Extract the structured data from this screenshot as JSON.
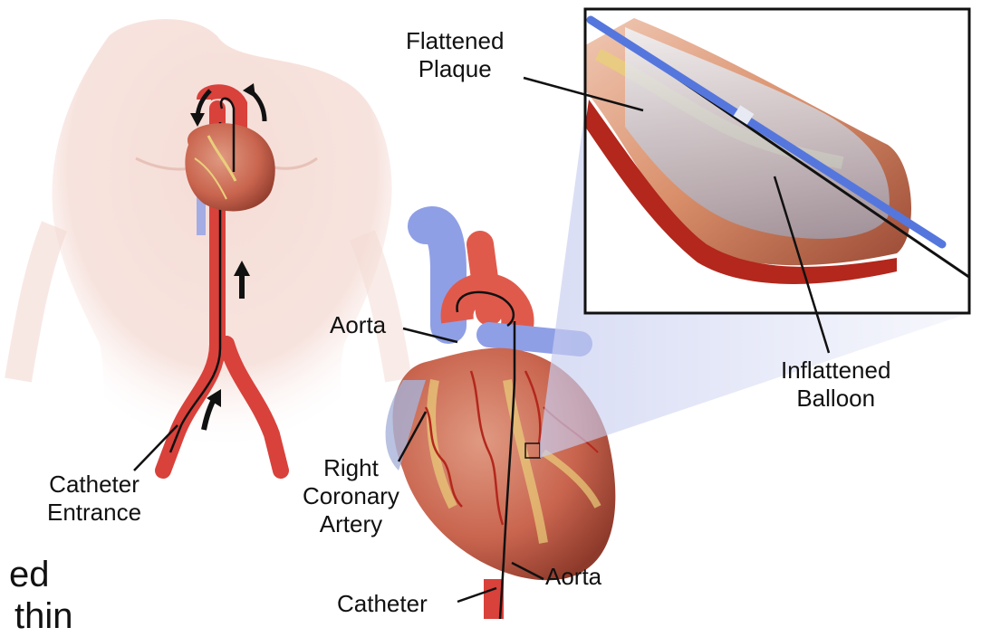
{
  "labels": {
    "flattened_plaque": [
      "Flattened",
      "Plaque"
    ],
    "inflattened_balloon": [
      "Inflattened",
      "Balloon"
    ],
    "aorta_upper": "Aorta",
    "aorta_lower": "Aorta",
    "catheter_entrance": [
      "Catheter",
      "Entrance"
    ],
    "right_coronary_artery": [
      "Right",
      "Coronary",
      "Artery"
    ],
    "catheter": "Catheter",
    "cut_text": [
      "ed",
      "thin"
    ]
  },
  "colors": {
    "skin": "#f4d6cf",
    "artery": "#d9413b",
    "vein": "#8f9fe6",
    "heart": "#c9654f",
    "fat": "#e9cf7a",
    "balloon": "#bfc7d8",
    "catheter": "#5577dd"
  }
}
